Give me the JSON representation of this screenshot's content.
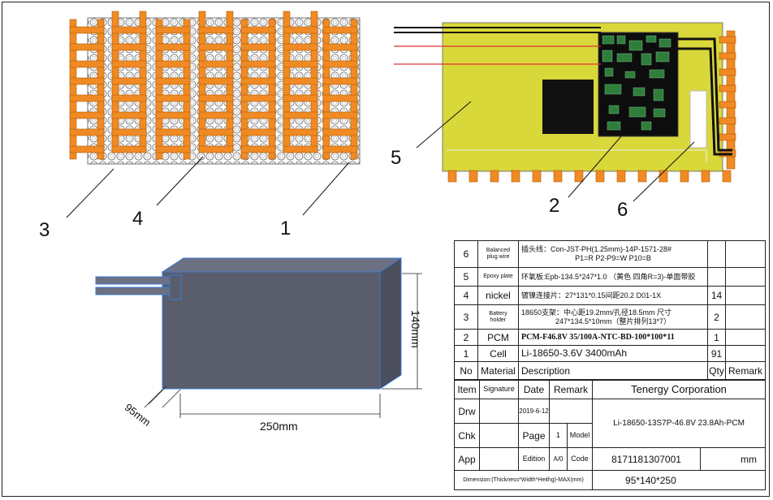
{
  "callouts": [
    "3",
    "4",
    "1",
    "5",
    "2",
    "6"
  ],
  "dimensions": {
    "height": "140mm",
    "width": "250mm",
    "thickness": "95mm"
  },
  "bom": [
    {
      "no": "6",
      "material": "Balanced plug wire",
      "desc_line1": "插头线：Con-JST-PH(1.25mm)-14P-1571-28#",
      "desc_line2": "P1=R P2-P9=W P10=B",
      "qty": ""
    },
    {
      "no": "5",
      "material": "Epoxy plate",
      "desc_line1": "环氧板:Epb-134.5*247*1.0 （黄色 四角R=3)-单面带胶",
      "desc_line2": "",
      "qty": ""
    },
    {
      "no": "4",
      "material": "nickel",
      "desc_line1": "镀镍连接片：27*131*0.15间距20.2 D01-1X",
      "desc_line2": "",
      "qty": "14"
    },
    {
      "no": "3",
      "material": "Battery holder",
      "desc_line1": "18650支架：中心距19.2mm/孔径18.5mm 尺寸",
      "desc_line2": "247*134.5*10mm（整片排列13*7）",
      "qty": "2"
    },
    {
      "no": "2",
      "material": "PCM",
      "desc_line1": "PCM-F46.8V 35/100A-NTC-BD-100*100*11",
      "desc_line2": "",
      "qty": "1"
    },
    {
      "no": "1",
      "material": "Cell",
      "desc_line1": "Li-18650-3.6V 3400mAh",
      "desc_line2": "",
      "qty": "91"
    }
  ],
  "header": {
    "no": "No",
    "material": "Material",
    "description": "Description",
    "qty": "Qty",
    "remark": "Remark"
  },
  "title_block": {
    "item": "Item",
    "signature": "Signature",
    "date": "Date",
    "remark": "Remark",
    "company": "Tenergy Corporation",
    "drw": "Drw",
    "drw_date": "2019-6-12",
    "model_name": "Li-18650-13S7P-46.8V 23.8Ah-PCM",
    "chk": "Chk",
    "page_label": "Page",
    "page_value": "1",
    "model_label": "Model",
    "app": "App",
    "edition_label": "Edition",
    "edition_value": "A/0",
    "code_label": "Code",
    "code_value": "8171181307001",
    "unit": "mm",
    "dimension_label": "Dimension:(Thickness*Width*Heithg)-MAX(mm)",
    "dimension_value": "95*140*250"
  },
  "colors": {
    "nickel": "#f08a24",
    "epoxy": "#d9d83a",
    "pcm": "#111111",
    "pack": "#5a5d6c",
    "pack_edge": "#3a7bd5"
  }
}
